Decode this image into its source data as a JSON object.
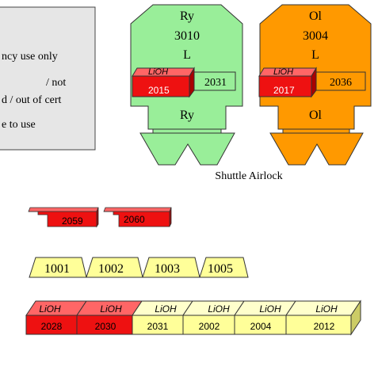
{
  "legend": {
    "line1": "ncy use only",
    "line2": "/ not",
    "line3": "d / out of cert",
    "line4": "e to use"
  },
  "suits": [
    {
      "top_code": "Ry",
      "number": "3010",
      "side": "L",
      "bottom_code": "Ry",
      "canister_label": "LiOH",
      "canister_number": "2015",
      "cartridge_number": "2031",
      "color": "#99ee99"
    },
    {
      "top_code": "Ol",
      "number": "3004",
      "side": "L",
      "bottom_code": "Ol",
      "canister_label": "LiOH",
      "canister_number": "2017",
      "cartridge_number": "2036",
      "color": "#ff9900"
    }
  ],
  "airlock_label": "Shuttle Airlock",
  "red_items": [
    "2059",
    "2060"
  ],
  "trays": [
    "1001",
    "1002",
    "1003",
    "1005"
  ],
  "lioh_row": {
    "label": "LiOH",
    "cells": [
      {
        "number": "2028",
        "status": "red"
      },
      {
        "number": "2030",
        "status": "red"
      },
      {
        "number": "2031",
        "status": "yellow"
      },
      {
        "number": "2002",
        "status": "yellow"
      },
      {
        "number": "2004",
        "status": "yellow"
      },
      {
        "number": "2012",
        "status": "yellow"
      }
    ]
  },
  "colors": {
    "red": "#ee1111",
    "yellow": "#ffff99",
    "green": "#99ee99",
    "orange": "#ff9900",
    "legend_bg": "#e6e6e6"
  }
}
